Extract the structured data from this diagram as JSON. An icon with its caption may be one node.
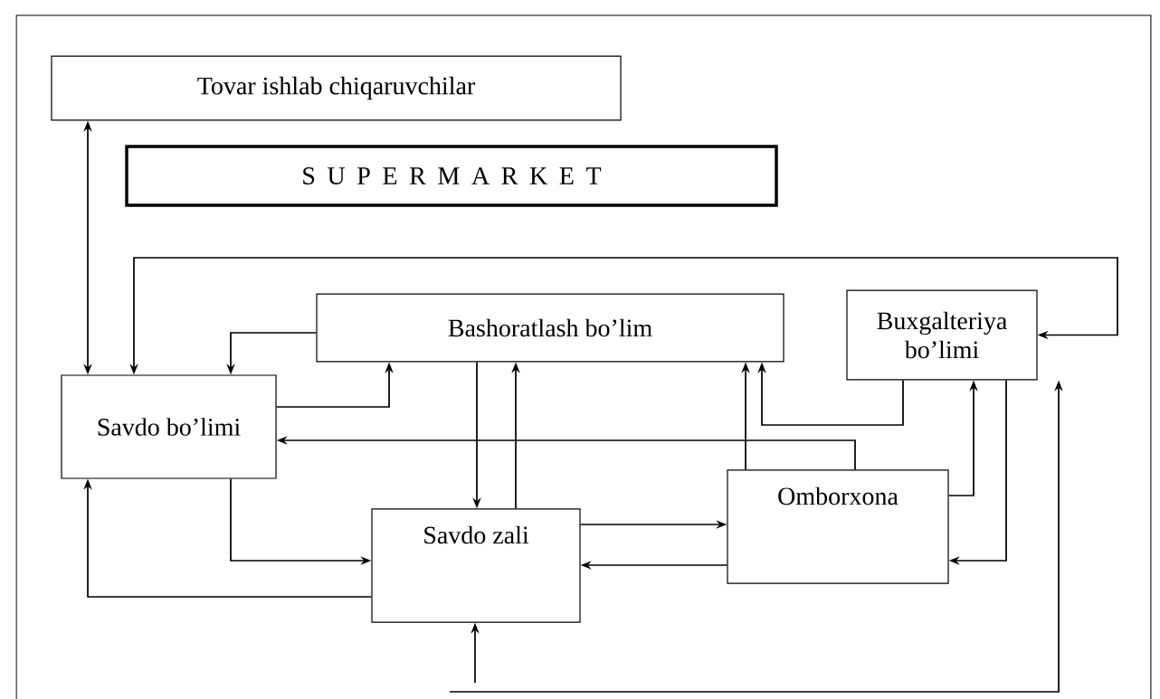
{
  "diagram": {
    "nodes": [
      {
        "text": [
          "Tovar ishlab chiqaruvchilar"
        ]
      },
      {
        "text": [
          "S U P E R M A R K E T"
        ]
      },
      {
        "text": [
          "Bashoratlash bo’lim"
        ]
      },
      {
        "text": [
          "Buxgalteriya bo’limi"
        ]
      },
      {
        "text": [
          "Savdo bo’limi"
        ]
      },
      {
        "text": [
          "Savdo zali"
        ]
      },
      {
        "text": [
          "Omborxona"
        ]
      }
    ],
    "edges": [
      {
        "from": 0,
        "to": 4,
        "arrow": "both"
      },
      {
        "from": 3,
        "to": 4,
        "arrow": "both"
      },
      {
        "from": 2,
        "to": 4,
        "arrow": "to"
      },
      {
        "from": 4,
        "to": 2,
        "arrow": "to"
      },
      {
        "from": 6,
        "to": 4,
        "arrow": "to"
      },
      {
        "from": 2,
        "to": 5,
        "arrow": "to"
      },
      {
        "from": 5,
        "to": 2,
        "arrow": "to"
      },
      {
        "from": 4,
        "to": 5,
        "arrow": "to"
      },
      {
        "from": 5,
        "to": 4,
        "arrow": "to"
      },
      {
        "from": 5,
        "to": 6,
        "arrow": "to"
      },
      {
        "from": 6,
        "to": 5,
        "arrow": "to"
      },
      {
        "from": 6,
        "to": 2,
        "arrow": "to"
      },
      {
        "from": 3,
        "to": 2,
        "arrow": "to"
      },
      {
        "from": 6,
        "to": 3,
        "arrow": "to"
      },
      {
        "from": 3,
        "to": 6,
        "arrow": "to"
      },
      {
        "from": null,
        "to": 5,
        "arrow": "to"
      },
      {
        "from": null,
        "to": 3,
        "arrow": "to"
      }
    ]
  }
}
